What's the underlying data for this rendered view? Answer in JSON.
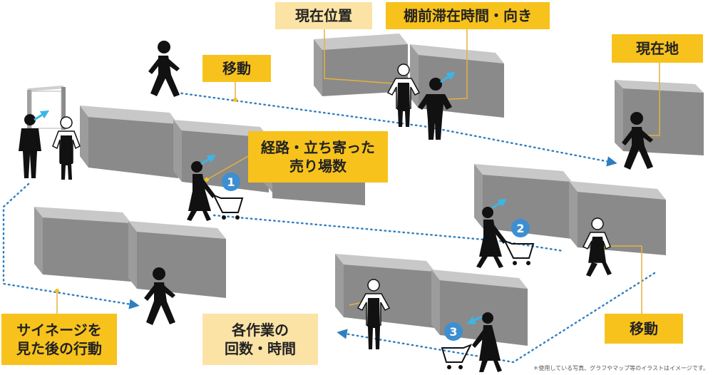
{
  "labels": {
    "current_position": "現在位置",
    "shelf_dwell": "棚前滞在時間・向き",
    "current_location": "現在地",
    "movement_top": "移動",
    "route_line1": "経路・立ち寄った",
    "route_line2": "売り場数",
    "signage_line1": "サイネージを",
    "signage_line2": "見た後の行動",
    "tasks_line1": "各作業の",
    "tasks_line2": "回数・時間",
    "movement_bottom": "移動"
  },
  "markers": [
    "1",
    "2",
    "3"
  ],
  "footnote": "＊使用している写真、グラフやマップ等のイラストはイメージです。",
  "colors": {
    "yellow_label": "#f7c21c",
    "cream_label": "#fbe3a6",
    "route_dots": "#2f7ec0",
    "marker_blue": "#3d8fd1",
    "arrow_cyan": "#3bb6e8",
    "shelf_gray": "#8e8e8e",
    "figure_black": "#111111",
    "leader_line": "#e3b23c"
  }
}
